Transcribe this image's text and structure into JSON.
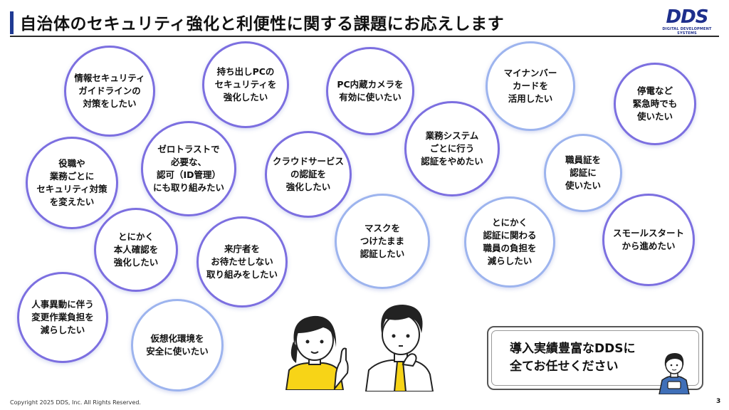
{
  "title": "自治体のセキュリティ強化と利便性に関する課題にお応えします",
  "logo": {
    "main": "DDS",
    "sub": "DIGITAL DEVELOPMENT SYSTEMS"
  },
  "bubbles": [
    "情報セキュリティ\nガイドラインの\n対策をしたい",
    "持ち出しPCの\nセキュリティを\n強化したい",
    "PC内蔵カメラを\n有効に使いたい",
    "マイナンバー\nカードを\n活用したい",
    "停電など\n緊急時でも\n使いたい",
    "ゼロトラストで\n必要な、\n認可（ID管理）\nにも取り組みたい",
    "クラウドサービス\nの認証を\n強化したい",
    "業務システム\nごとに行う\n認証をやめたい",
    "職員証を\n認証に\n使いたい",
    "役職や\n業務ごとに\nセキュリティ対策\nを変えたい",
    "とにかく\n本人確認を\n強化したい",
    "来庁者を\nお待たせしない\n取り組みをしたい",
    "マスクを\nつけたまま\n認証したい",
    "とにかく\n認証に関わる\n職員の負担を\n減らしたい",
    "スモールスタート\nから進めたい",
    "人事異動に伴う\n変更作業負担を\n減らしたい",
    "仮想化環境を\n安全に使いたい"
  ],
  "callout": "導入実績豊富なDDSに\n全てお任せください",
  "footer": "Copyright 2025 DDS, Inc. All Rights Reserved.",
  "page_number": "3",
  "colors": {
    "accent": "#1f3a93",
    "bubble_ring_a": "#7c6fe0",
    "bubble_ring_b": "#9db4ee",
    "shirt_yellow": "#f7d417"
  }
}
